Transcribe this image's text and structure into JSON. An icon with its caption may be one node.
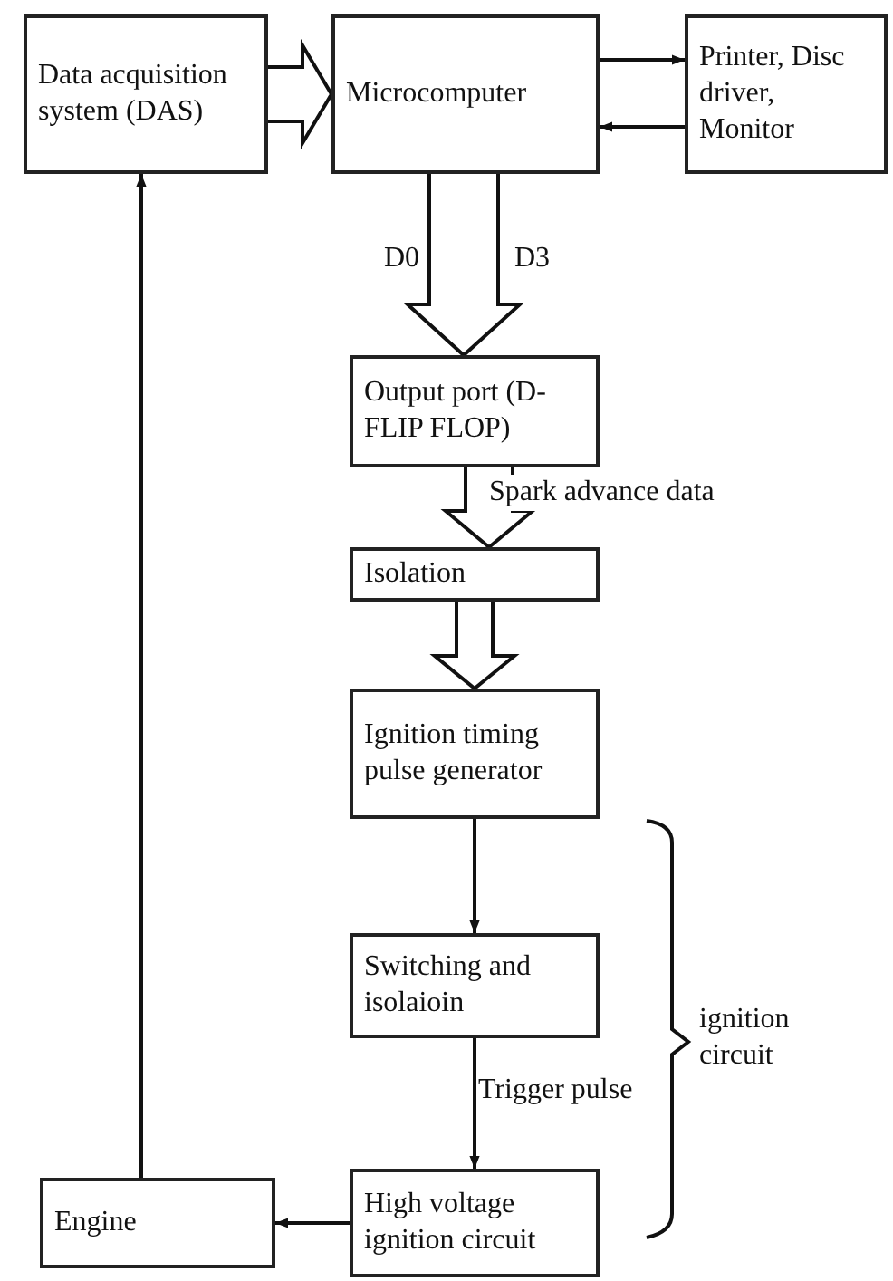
{
  "diagram": {
    "nodes": [
      {
        "text": [
          "Data acquisition system (DAS)"
        ]
      },
      {
        "text": [
          "Microcomputer"
        ]
      },
      {
        "text": [
          "Printer, Disc driver, Monitor"
        ]
      },
      {
        "text": [
          "Output port (D-FLIP FLOP)"
        ]
      },
      {
        "text": [
          "Isolation"
        ]
      },
      {
        "text": [
          "Ignition timing pulse generator"
        ]
      },
      {
        "text": [
          "Switching and isolaioin"
        ]
      },
      {
        "text": [
          "High voltage ignition circuit"
        ]
      },
      {
        "text": [
          "Engine"
        ]
      }
    ],
    "edges": [
      {
        "from": 0,
        "to": 1,
        "arrow": "to",
        "style": "thick"
      },
      {
        "from": 1,
        "to": 2,
        "arrow": "to"
      },
      {
        "from": 2,
        "to": 1,
        "arrow": "to"
      },
      {
        "from": 1,
        "to": 3,
        "arrow": "to",
        "style": "thick"
      },
      {
        "from": 3,
        "to": 4,
        "arrow": "to",
        "style": "thick",
        "label": "Spark advance data"
      },
      {
        "from": 4,
        "to": 5,
        "arrow": "to",
        "style": "thick"
      },
      {
        "from": 5,
        "to": 6,
        "arrow": "to"
      },
      {
        "from": 6,
        "to": 7,
        "arrow": "to",
        "label": "Trigger pulse"
      },
      {
        "from": 7,
        "to": 8,
        "arrow": "to"
      },
      {
        "from": 8,
        "to": 0,
        "arrow": "to"
      }
    ],
    "labels": [
      "D0",
      "D3",
      "ignition circuit"
    ]
  }
}
